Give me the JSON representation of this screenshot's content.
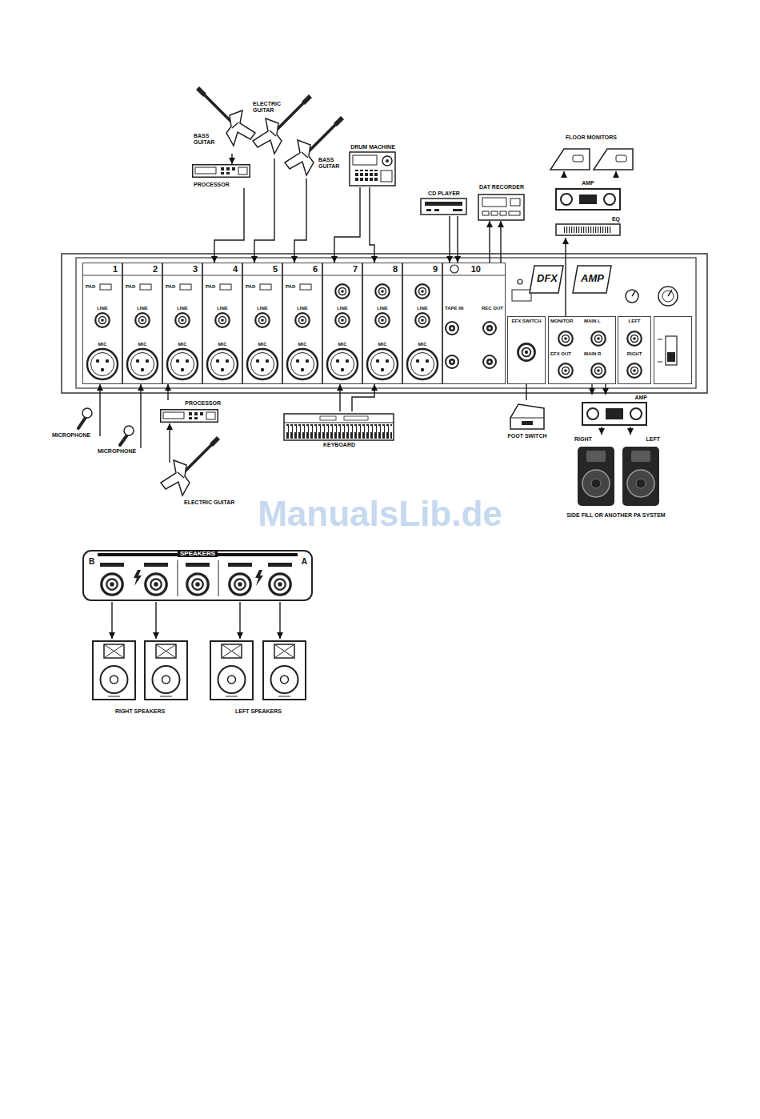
{
  "diagram": {
    "nodes": [
      {
        "text": [
          "BASS GUITAR"
        ]
      },
      {
        "text": [
          "PROCESSOR"
        ]
      },
      {
        "text": [
          "ELECTRIC GUITAR"
        ]
      },
      {
        "text": [
          "BASS GUITAR"
        ]
      },
      {
        "text": [
          "DRUM MACHINE"
        ]
      },
      {
        "text": [
          "CD PLAYER"
        ]
      },
      {
        "text": [
          "DAT RECORDER"
        ]
      },
      {
        "text": [
          "FLOOR MONITORS"
        ]
      },
      {
        "text": [
          "AMP"
        ]
      },
      {
        "text": [
          "EQ"
        ]
      },
      {
        "text": [
          "DFX",
          "AMP"
        ]
      },
      {
        "text": [
          "1",
          "PAD",
          "LINE",
          "MIC"
        ],
        "in": 10
      },
      {
        "text": [
          "2",
          "PAD",
          "LINE",
          "MIC"
        ],
        "in": 10
      },
      {
        "text": [
          "3",
          "PAD",
          "LINE",
          "MIC"
        ],
        "in": 10
      },
      {
        "text": [
          "4",
          "PAD",
          "LINE",
          "MIC"
        ],
        "in": 10
      },
      {
        "text": [
          "5",
          "PAD",
          "LINE",
          "MIC"
        ],
        "in": 10
      },
      {
        "text": [
          "6",
          "PAD",
          "LINE",
          "MIC"
        ],
        "in": 10
      },
      {
        "text": [
          "7",
          "LINE",
          "MIC"
        ],
        "in": 10
      },
      {
        "text": [
          "8",
          "LINE",
          "MIC"
        ],
        "in": 10
      },
      {
        "text": [
          "9",
          "LINE",
          "MIC"
        ],
        "in": 10
      },
      {
        "text": [
          "10",
          "TAPE IN",
          "REC OUT"
        ],
        "in": 10
      },
      {
        "text": [
          "EFX SWITCH"
        ],
        "in": 10
      },
      {
        "text": [
          "MONITOR",
          "MAIN L",
          "EFX OUT",
          "MAIN R"
        ],
        "in": 10
      },
      {
        "text": [
          "LEFT",
          "RIGHT"
        ],
        "in": 10
      },
      {
        "text": [
          "MICROPHONE"
        ]
      },
      {
        "text": [
          "MICROPHONE"
        ]
      },
      {
        "text": [
          "PROCESSOR"
        ]
      },
      {
        "text": [
          "ELECTRIC GUITAR"
        ]
      },
      {
        "text": [
          "KEYBOARD"
        ]
      },
      {
        "text": [
          "FOOT SWITCH"
        ]
      },
      {
        "text": [
          "AMP"
        ]
      },
      {
        "text": [
          "RIGHT"
        ]
      },
      {
        "text": [
          "LEFT"
        ]
      },
      {
        "text": [
          "SPEAKERS",
          "B",
          "A"
        ]
      },
      {
        "text": [
          "RIGHT SPEAKERS"
        ]
      },
      {
        "text": [
          "LEFT SPEAKERS"
        ]
      }
    ],
    "edges": [
      {
        "from": 0,
        "to": 1,
        "arrow": "to"
      },
      {
        "from": 1,
        "to": 14,
        "arrow": "to"
      },
      {
        "from": 2,
        "to": 15,
        "arrow": "to"
      },
      {
        "from": 3,
        "to": 16,
        "arrow": "to"
      },
      {
        "from": 4,
        "to": 17,
        "arrow": "to"
      },
      {
        "from": 4,
        "to": 18,
        "arrow": "to"
      },
      {
        "from": 5,
        "to": 20,
        "arrow": "to"
      },
      {
        "from": 5,
        "to": 20,
        "arrow": "to"
      },
      {
        "from": 20,
        "to": 6,
        "arrow": "to"
      },
      {
        "from": 20,
        "to": 6,
        "arrow": "to"
      },
      {
        "from": 22,
        "to": 9,
        "arrow": "to"
      },
      {
        "from": 8,
        "to": 7,
        "arrow": "to"
      },
      {
        "from": 8,
        "to": 7,
        "arrow": "to"
      },
      {
        "from": 24,
        "to": 11,
        "arrow": "to"
      },
      {
        "from": 25,
        "to": 12,
        "arrow": "to"
      },
      {
        "from": 26,
        "to": 13,
        "arrow": "to"
      },
      {
        "from": 27,
        "to": 26,
        "arrow": "to"
      },
      {
        "from": 28,
        "to": 17,
        "arrow": "to"
      },
      {
        "from": 28,
        "to": 18,
        "arrow": "to"
      },
      {
        "from": 29,
        "to": 21,
        "arrow": "none"
      },
      {
        "from": 22,
        "to": 30,
        "arrow": "to"
      },
      {
        "from": 22,
        "to": 30,
        "arrow": "to"
      },
      {
        "from": 30,
        "to": 31,
        "arrow": "to"
      },
      {
        "from": 30,
        "to": 32,
        "arrow": "to"
      },
      {
        "from": 33,
        "to": 34,
        "arrow": "to"
      },
      {
        "from": 33,
        "to": 34,
        "arrow": "to"
      },
      {
        "from": 33,
        "to": 35,
        "arrow": "to"
      },
      {
        "from": 33,
        "to": 35,
        "arrow": "to"
      }
    ],
    "labels": [
      "SIDE FILL OR ANOTHER PA SYSTEM",
      "ManualsLib.de"
    ]
  }
}
